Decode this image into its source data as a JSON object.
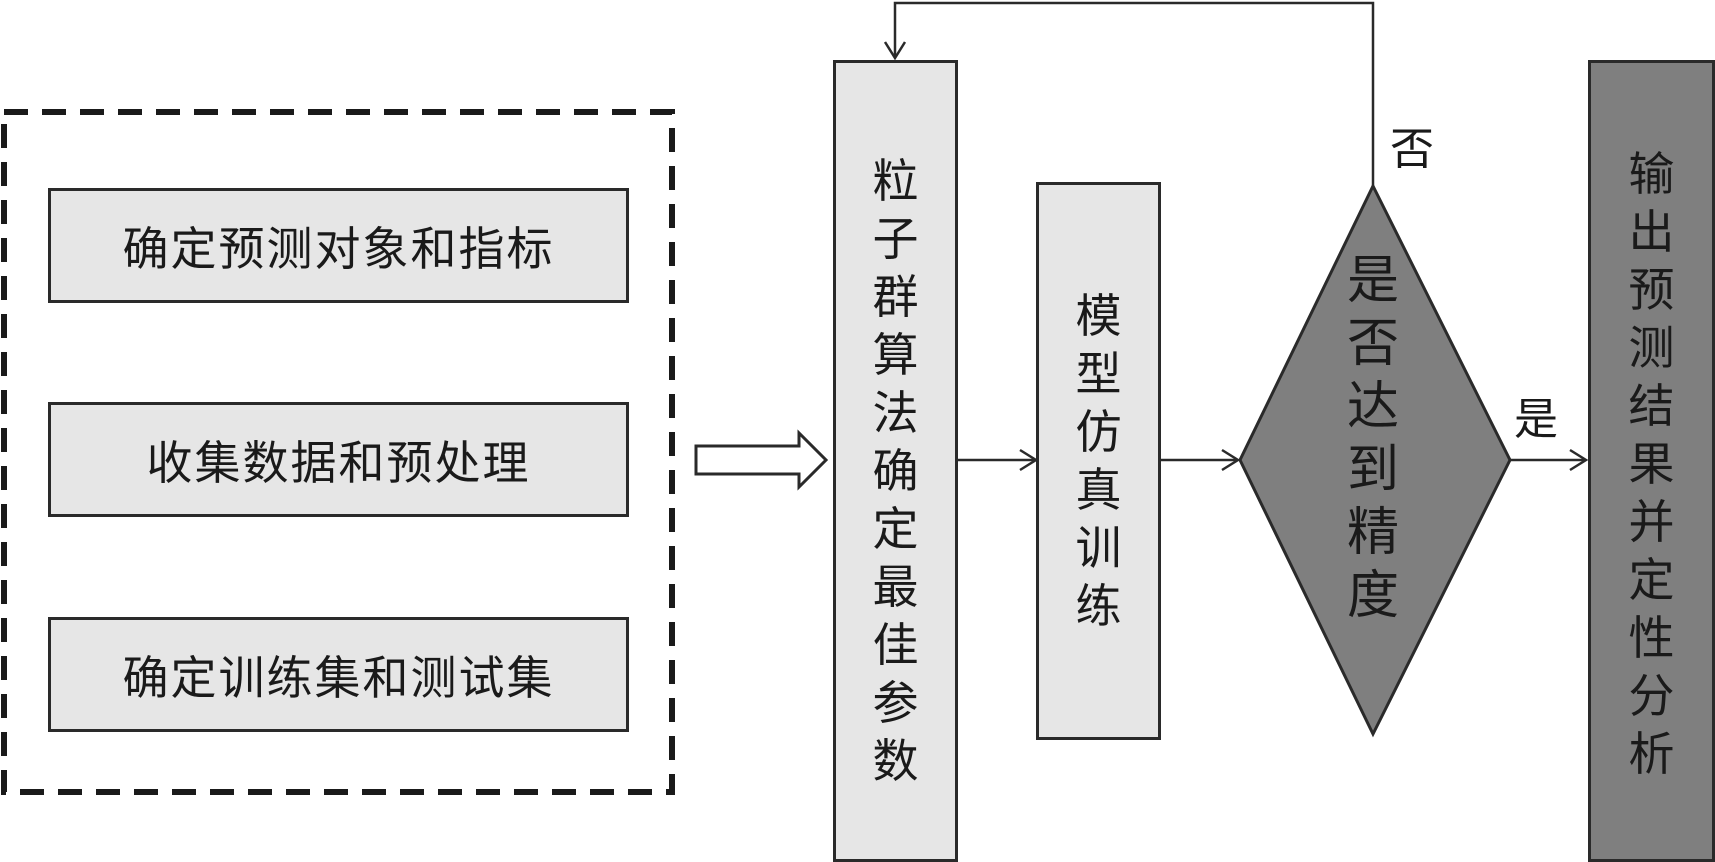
{
  "prep_steps": [
    "确定预测对象和指标",
    "收集数据和预处理",
    "确定训练集和测试集"
  ],
  "pso_step": "粒子群算法确定最佳参数",
  "training_step": "模型仿真训练",
  "decision": "是否达到精度",
  "output_step": "输出预测结果并定性分析",
  "branch_no": "否",
  "branch_yes": "是",
  "colors": {
    "box_fill": "#e6e6e6",
    "decision_fill": "#7f7f7f",
    "output_fill": "#7f7f7f",
    "line": "#2a2a2a"
  }
}
